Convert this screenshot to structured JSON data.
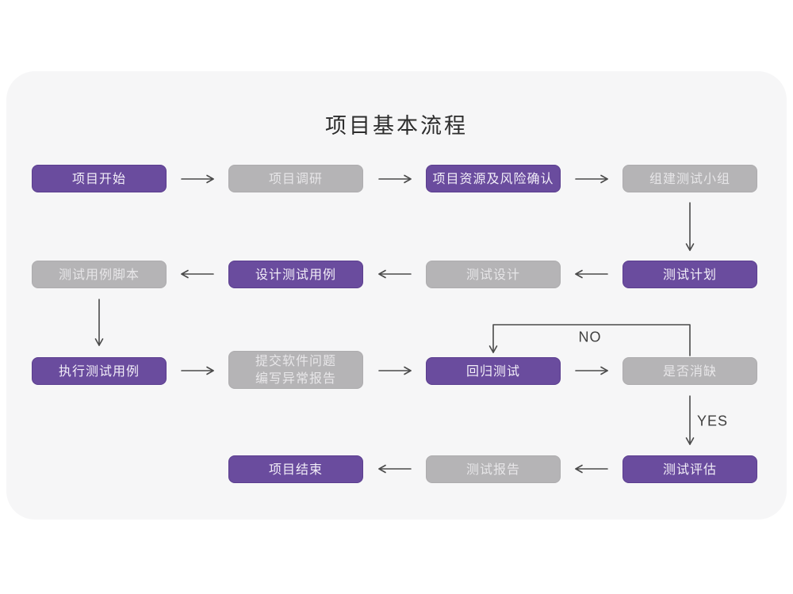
{
  "title": "项目基本流程",
  "colors": {
    "purple": "#6A4C9E",
    "purple_border": "#5B3E8F",
    "gray": "#B5B4B6",
    "card_bg": "#F6F6F7",
    "arrow": "#4A4A4A"
  },
  "nodes": {
    "project_start": "项目开始",
    "project_research": "项目调研",
    "resource_risk": "项目资源及风险确认",
    "build_team": "组建测试小组",
    "test_plan": "测试计划",
    "test_design": "测试设计",
    "design_cases": "设计测试用例",
    "case_scripts": "测试用例脚本",
    "execute_cases": "执行测试用例",
    "submit_issues_line1": "提交软件问题",
    "submit_issues_line2": "编写异常报告",
    "regression_test": "回归测试",
    "defect_cleared": "是否消缺",
    "test_evaluation": "测试评估",
    "test_report": "测试报告",
    "project_end": "项目结束"
  },
  "edge_labels": {
    "no": "NO",
    "yes": "YES"
  }
}
